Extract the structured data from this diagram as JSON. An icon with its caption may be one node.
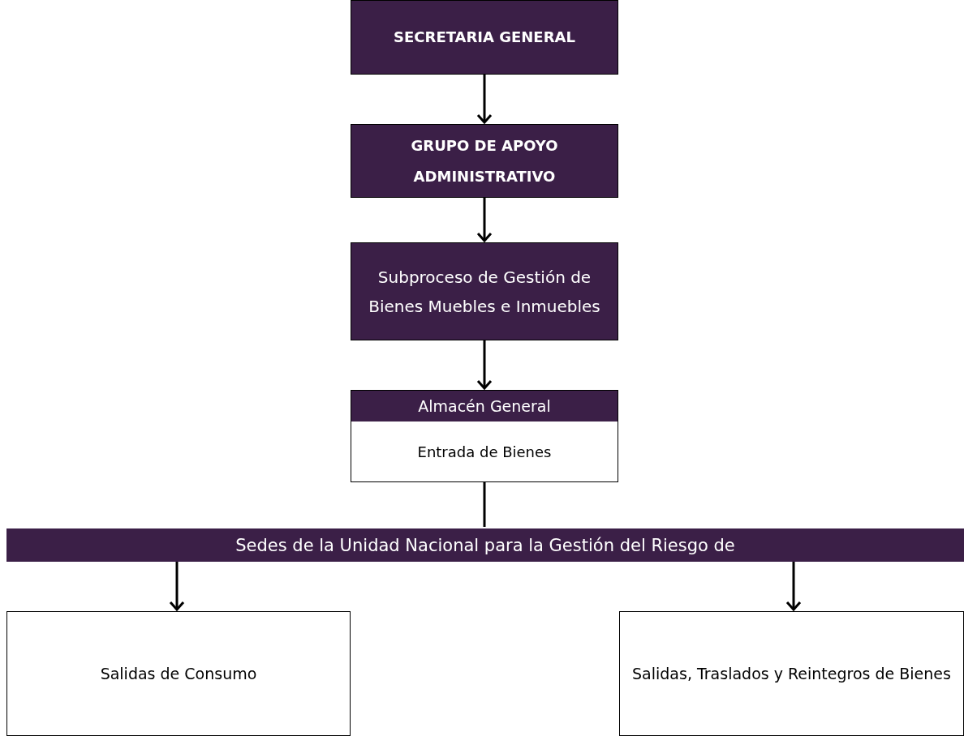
{
  "diagram": {
    "nodes": [
      {
        "text": [
          "SECRETARIA GENERAL"
        ]
      },
      {
        "text": [
          "GRUPO DE APOYO ADMINISTRATIVO"
        ]
      },
      {
        "text": [
          "Subproceso de Gestión de Bienes Muebles e Inmuebles"
        ]
      },
      {
        "text": [
          "Almacén General",
          "Entrada de Bienes"
        ]
      },
      {
        "text": [
          "Sedes de la Unidad Nacional para la Gestión del Riesgo de"
        ]
      },
      {
        "text": [
          "Salidas de Consumo"
        ]
      },
      {
        "text": [
          "Salidas, Traslados y Reintegros de Bienes"
        ]
      }
    ],
    "edges": [
      {
        "from": 0,
        "to": 1,
        "arrow": "to"
      },
      {
        "from": 1,
        "to": 2,
        "arrow": "to"
      },
      {
        "from": 2,
        "to": 3,
        "arrow": "to"
      },
      {
        "from": 3,
        "to": 4,
        "arrow": "none"
      },
      {
        "from": 4,
        "to": 5,
        "arrow": "to"
      },
      {
        "from": 4,
        "to": 6,
        "arrow": "to"
      }
    ]
  }
}
